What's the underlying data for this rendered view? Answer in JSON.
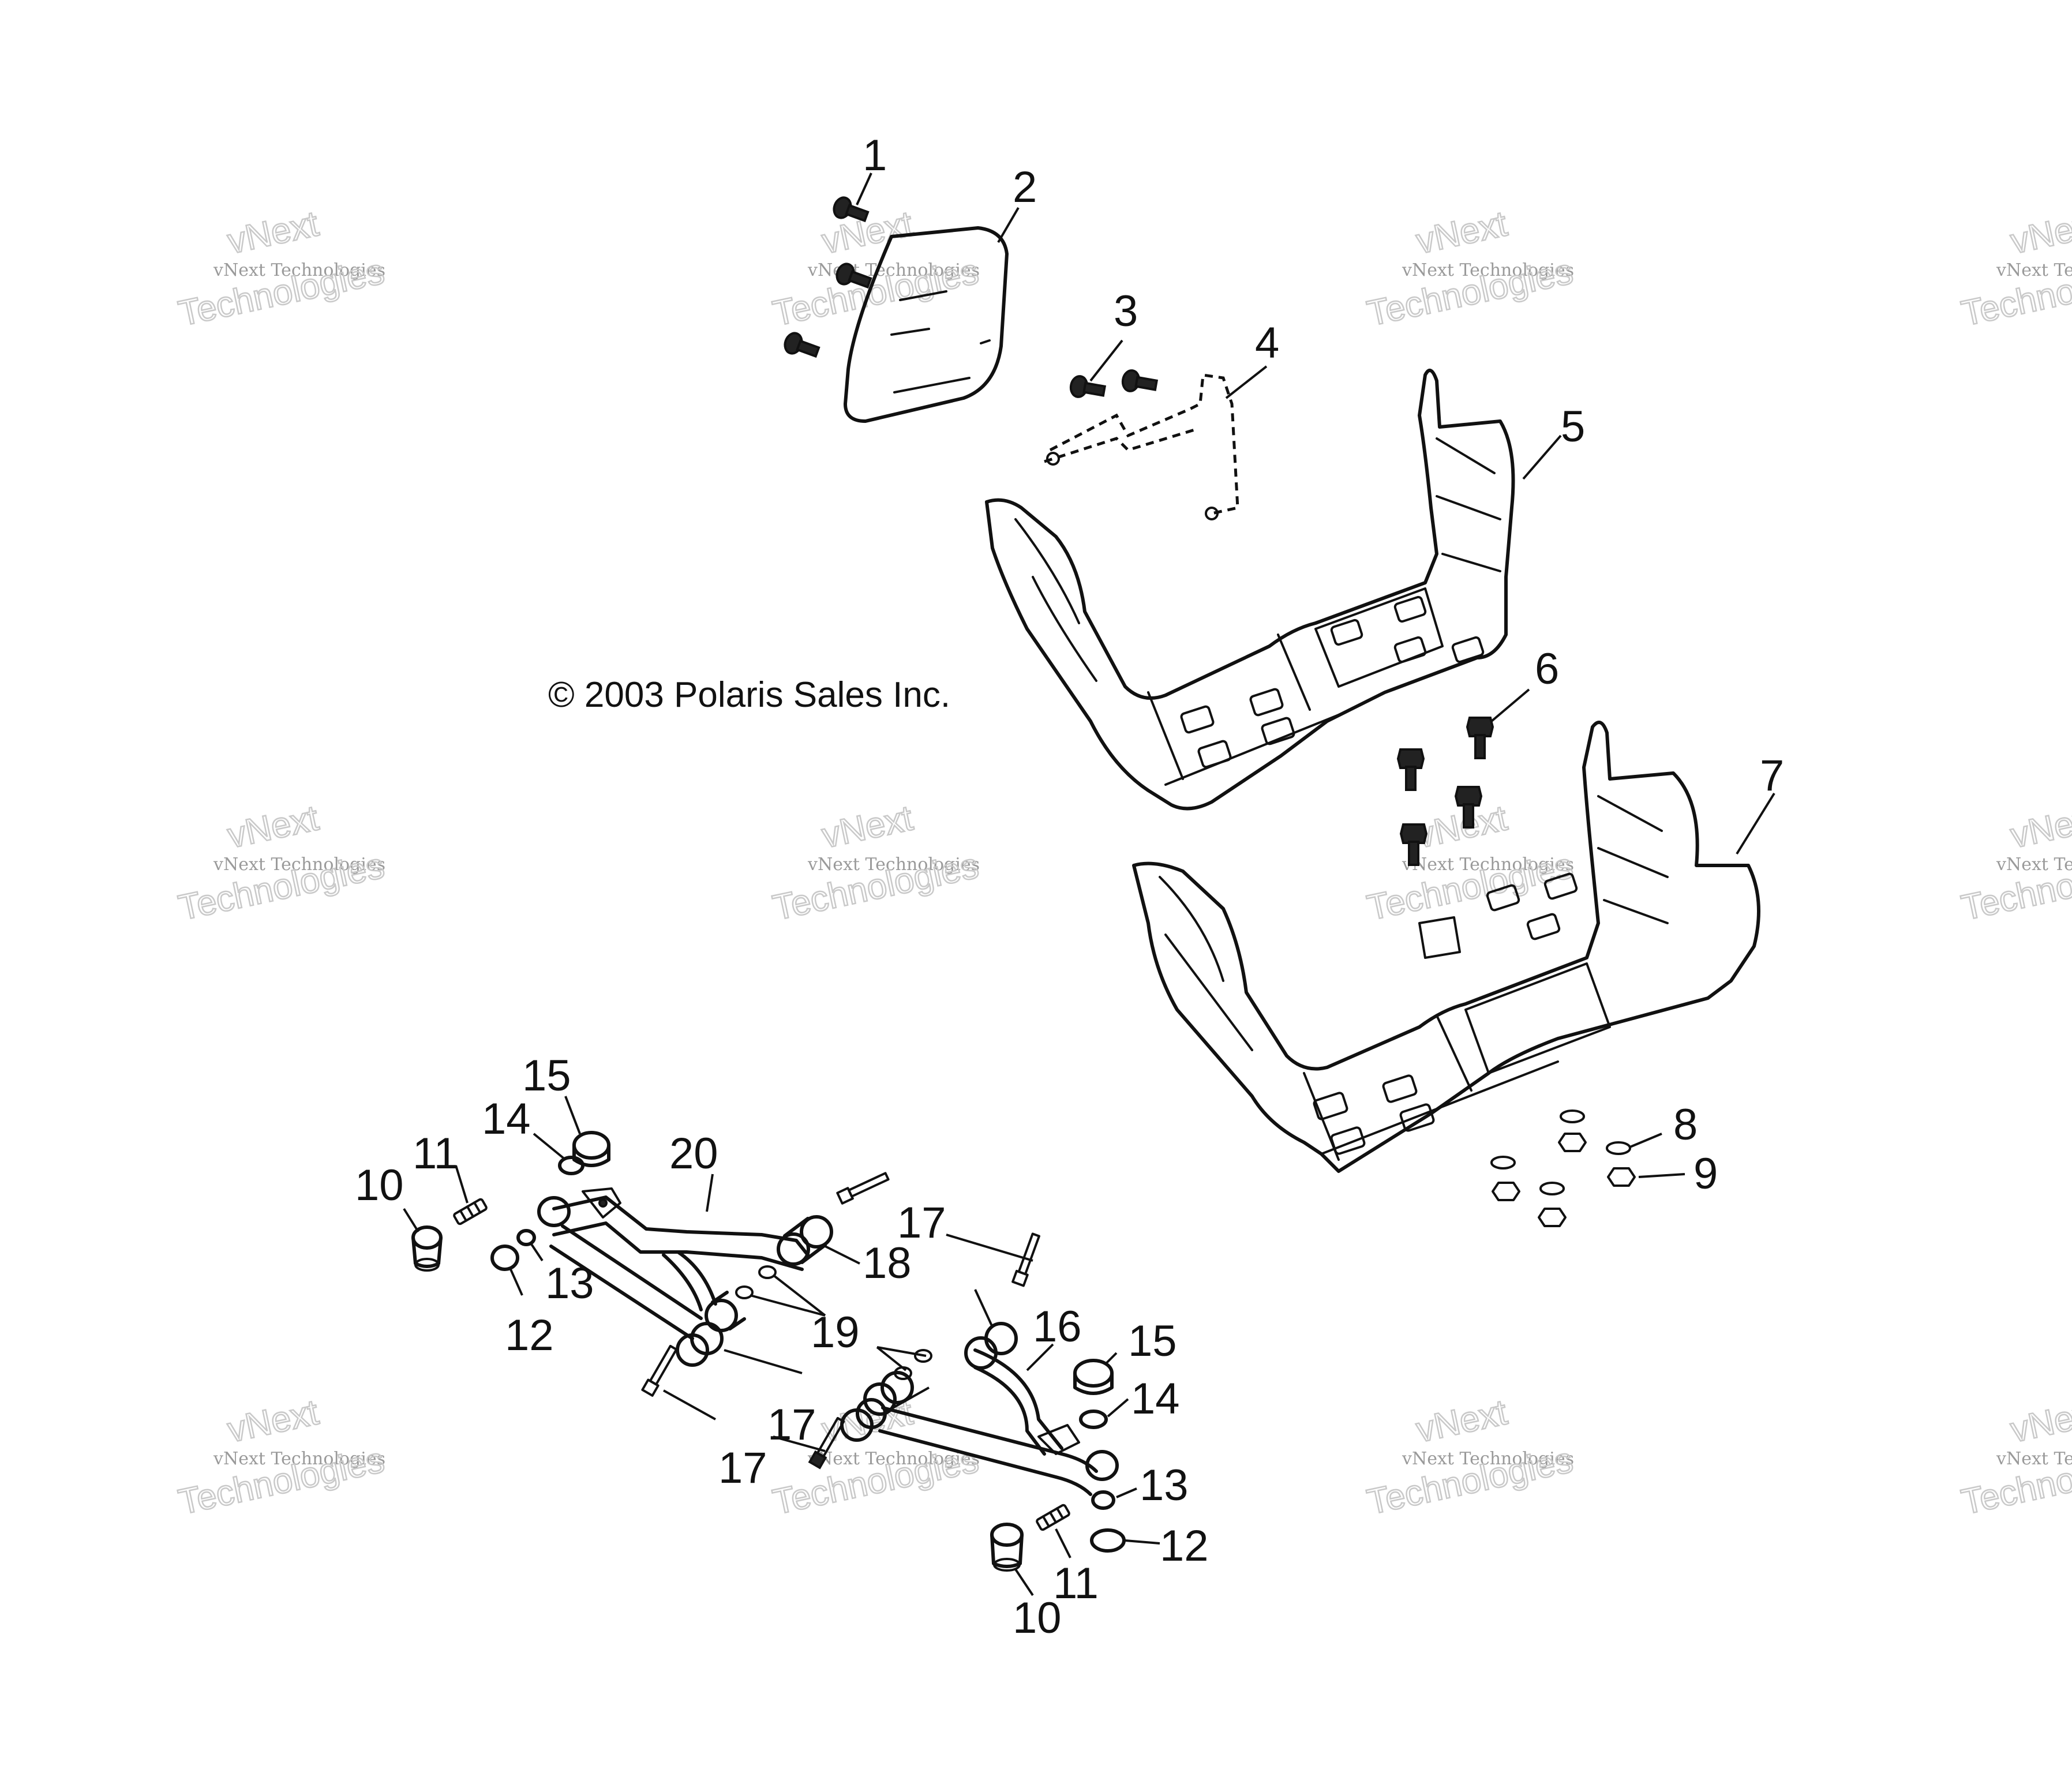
{
  "copyright": "© 2003 Polaris Sales Inc.",
  "watermark": {
    "line_small": "vNext Technologies",
    "line_top": "vNext",
    "line_bottom": "Technologies"
  },
  "callouts": [
    "1",
    "2",
    "3",
    "4",
    "5",
    "6",
    "7",
    "8",
    "9",
    "10",
    "11",
    "12",
    "13",
    "14",
    "15",
    "16",
    "17",
    "18",
    "19",
    "20"
  ],
  "colors": {
    "ink": "#111111",
    "watermark": "#9a9a9a",
    "background": "#ffffff"
  }
}
